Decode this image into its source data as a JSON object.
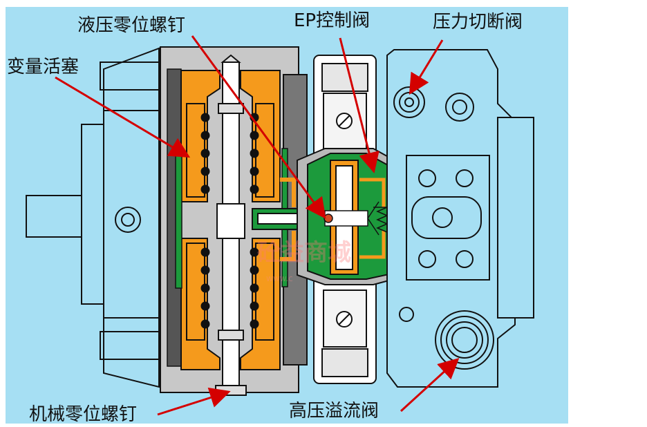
{
  "labels": {
    "hydraulic_zero_screw": "液压零位螺钉",
    "ep_valve": "EP控制阀",
    "pressure_cutoff_valve": "压力切断阀",
    "variable_piston": "变量活塞",
    "mechanical_zero_screw": "机械零位螺钉",
    "high_pressure_relief_valve": "高压溢流阀"
  },
  "watermark": {
    "text": "砼益商城",
    "url": "www.c"
  },
  "colors": {
    "background": "#a6dff3",
    "housing": "#c8c8c8",
    "orange": "#f59a1c",
    "green": "#1c9a3c",
    "leader": "#d40000",
    "outline": "#111111"
  }
}
